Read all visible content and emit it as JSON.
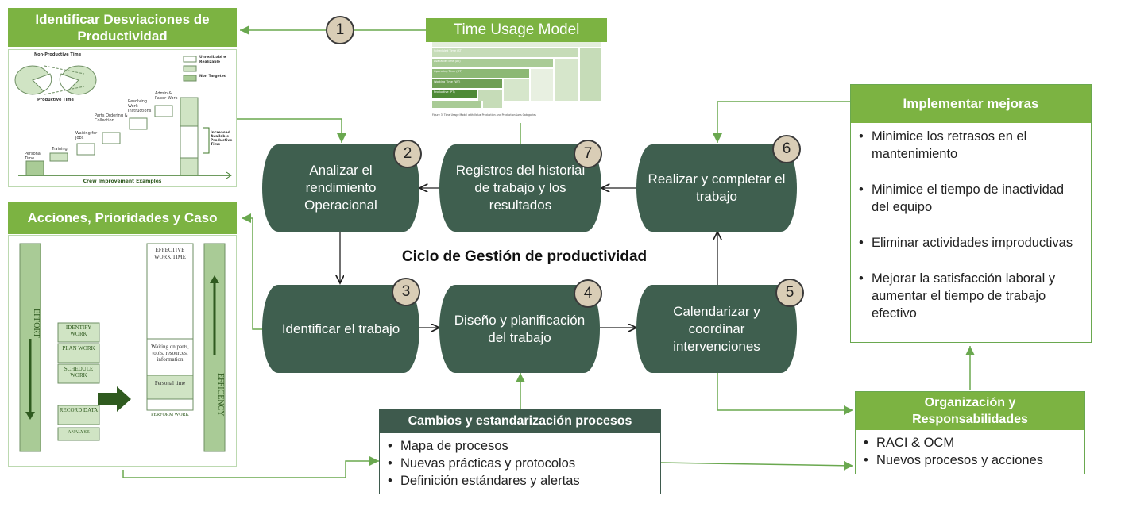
{
  "top_left": {
    "title_line1": "Identificar Desviaciones de",
    "title_line2": "Productividad"
  },
  "crew_image": {
    "legend": [
      "Unrealizabl e Realizable",
      "Non Targeted"
    ],
    "labels": [
      "Non-Productive Time",
      "Productive Time",
      "Personal Time",
      "Training",
      "Waiting for Jobs",
      "Parts Ordering & Collection",
      "Resolving Work Instructions",
      "Admin & Paper Work",
      "Increased Available Productive Time"
    ],
    "caption": "Crew Improvement Examples"
  },
  "time_usage": {
    "title": "Time Usage Model",
    "rows": [
      "Scheduled Time (ST)",
      "Available Time (AT)",
      "Operating Time (OT)",
      "Working Time (WT)",
      "Productive (PT)"
    ],
    "caption": "Figure 3. Time Usage Model with Value Production and Production Loss Categories"
  },
  "left_middle": {
    "title": "Acciones, Prioridades y Caso"
  },
  "effort_image": {
    "effort": "EFFORT",
    "efficiency": "EFFICENCY",
    "steps": [
      "IDENTIFY WORK",
      "PLAN WORK",
      "SCHEDULE WORK",
      "RECORD DATA",
      "ANALYSE"
    ],
    "effective": "EFFECTIVE WORK TIME",
    "waiting": "Waiting on parts, tools, resources, information",
    "personal": "Personal time",
    "perform": "PERFORM WORK"
  },
  "cycle_title": "Ciclo de Gestión de productividad",
  "nodes": [
    {
      "num": "1"
    },
    {
      "num": "2",
      "label": "Analizar el rendimiento Operacional"
    },
    {
      "num": "3",
      "label": "Identificar el trabajo"
    },
    {
      "num": "4",
      "label": "Diseño y planificación del trabajo"
    },
    {
      "num": "5",
      "label": "Calendarizar y coordinar intervenciones"
    },
    {
      "num": "6",
      "label": "Realizar y completar el trabajo"
    },
    {
      "num": "7",
      "label": "Registros del historial de trabajo y los resultados"
    }
  ],
  "implement": {
    "title": "Implementar mejoras",
    "items": [
      "Minimice los retrasos en el mantenimiento",
      "Minimice el tiempo de inactividad del equipo",
      "Eliminar actividades improductivas",
      "Mejorar la satisfacción laboral y aumentar el tiempo de trabajo efectivo"
    ]
  },
  "org": {
    "title_line1": "Organización y",
    "title_line2": "Responsabilidades",
    "items": [
      "RACI & OCM",
      "Nuevos procesos y acciones"
    ]
  },
  "changes": {
    "title": "Cambios y estandarización procesos",
    "items": [
      "Mapa de procesos",
      "Nuevas prácticas y protocolos",
      "Definición estándares y alertas"
    ]
  },
  "colors": {
    "green": "#7cb342",
    "dark_green": "#3f5f4f",
    "badge": "#d9cdb6",
    "arrow": "#6aa84f"
  }
}
